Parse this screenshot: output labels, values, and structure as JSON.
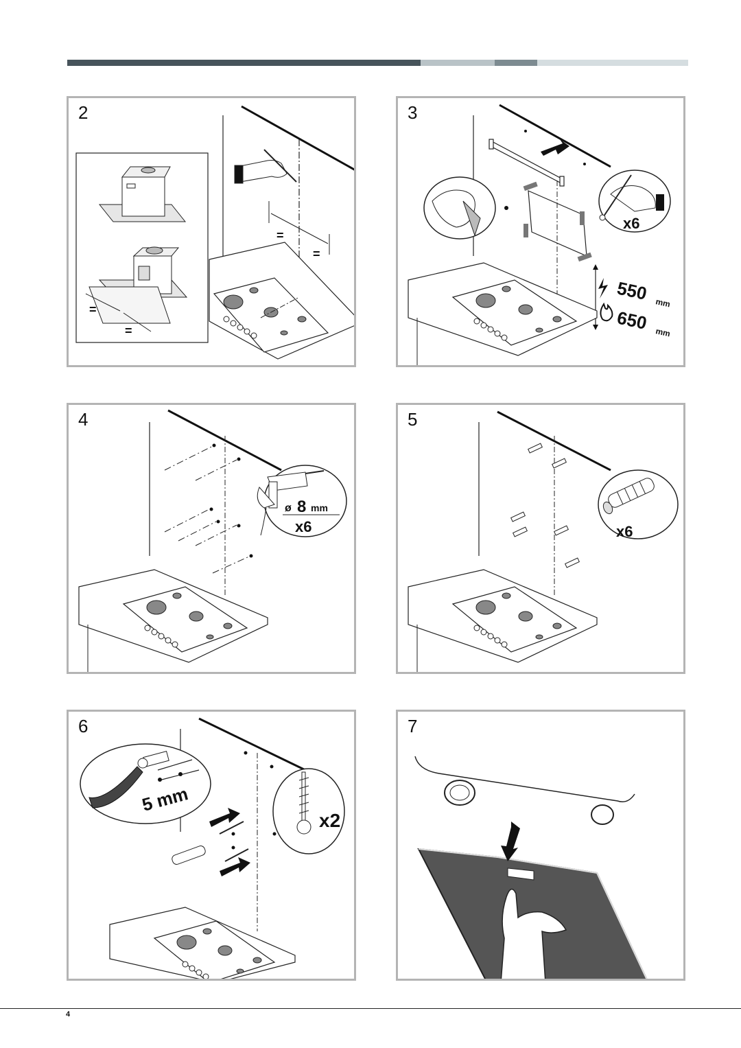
{
  "header_bar": {
    "segments": [
      {
        "color": "#47545b",
        "flex": 515
      },
      {
        "color": "#b9c3c7",
        "flex": 108
      },
      {
        "color": "#7d8b91",
        "flex": 62
      },
      {
        "color": "#d5dde0",
        "flex": 220
      }
    ]
  },
  "steps": [
    {
      "number": "2",
      "labels": [
        "=",
        "=",
        "=",
        "="
      ]
    },
    {
      "number": "3",
      "labels": [
        "x6",
        "550",
        "mm",
        "650",
        "mm"
      ]
    },
    {
      "number": "4",
      "labels": [
        "ø",
        "8",
        "mm",
        "x6"
      ]
    },
    {
      "number": "5",
      "labels": [
        "x6"
      ]
    },
    {
      "number": "6",
      "labels": [
        "5 mm",
        "x2"
      ]
    },
    {
      "number": "7",
      "labels": []
    }
  ],
  "page_number": "4"
}
